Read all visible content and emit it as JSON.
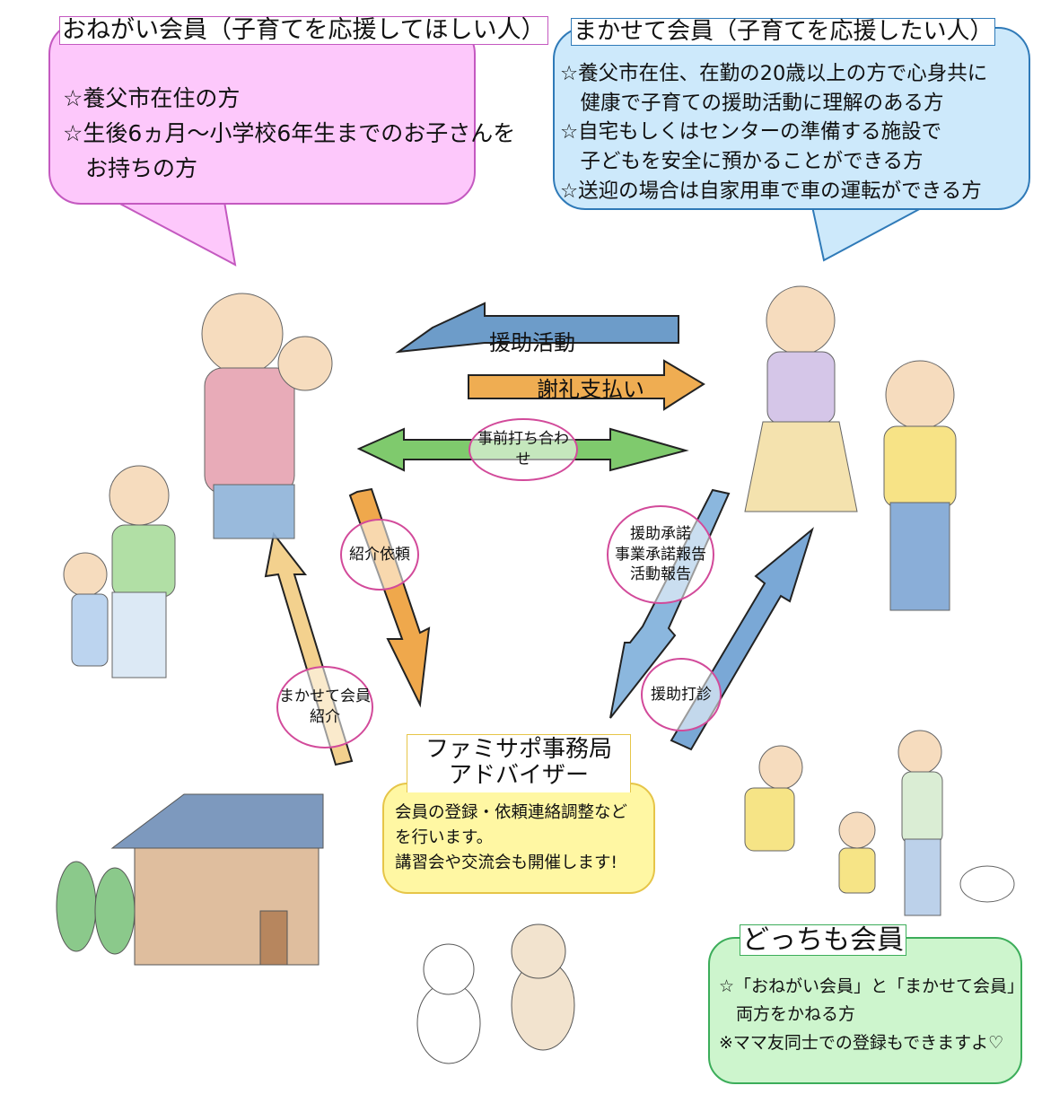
{
  "onegai": {
    "title": "おねがい会員（子育てを応援してほしい人）",
    "lines": [
      "☆養父市在住の方",
      "☆生後6ヵ月～小学校6年生までのお子さんを",
      "　お持ちの方"
    ],
    "colors": {
      "fill": "#fdc8fb",
      "border": "#c459c0"
    }
  },
  "makasete": {
    "title": "まかせて会員（子育てを応援したい人）",
    "lines": [
      "☆養父市在住、在勤の20歳以上の方で心身共に",
      "　健康で子育ての援助活動に理解のある方",
      "☆自宅もしくはセンターの準備する施設で",
      "　子どもを安全に預かることができる方",
      "☆送迎の場合は自家用車で車の運転ができる方"
    ],
    "colors": {
      "fill": "#cde9fb",
      "border": "#2f7ab8"
    }
  },
  "arrows": {
    "top": "援助活動",
    "middle": "謝礼支払い",
    "bottom": "事前打ち合わせ",
    "left_down": "紹介依頼",
    "left_up": [
      "まかせて会員",
      "紹介"
    ],
    "right_down": [
      "援助承諾",
      "事業承諾報告",
      "活動報告"
    ],
    "right_up": "援助打診"
  },
  "office": {
    "title_line1": "ファミサポ事務局",
    "title_line2": "アドバイザー",
    "lines": [
      "会員の登録・依頼連絡調整など",
      "を行います。",
      "講習会や交流会も開催します!"
    ],
    "colors": {
      "fill": "#fff7a3",
      "border": "#e6c548"
    }
  },
  "dotchi": {
    "title": "どっちも会員",
    "lines": [
      "☆「おねがい会員」と「まかせて会員」",
      "　両方をかねる方",
      "※ママ友同士での登録もできますよ♡"
    ],
    "colors": {
      "fill": "#cdf5cd",
      "border": "#3cad5a"
    }
  }
}
